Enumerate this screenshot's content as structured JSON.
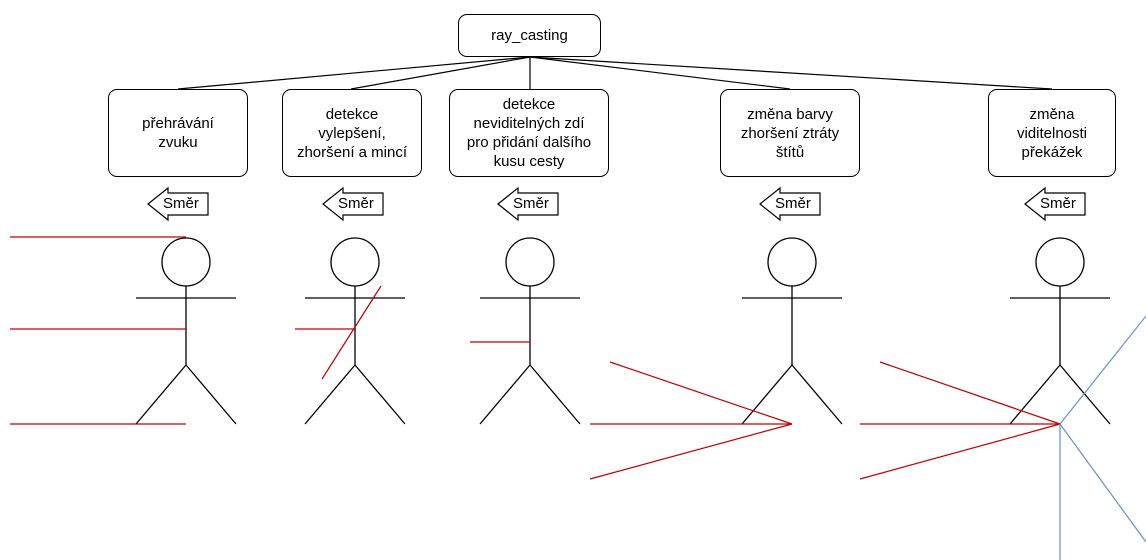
{
  "root": {
    "label": "ray_casting"
  },
  "children": [
    {
      "label": "přehrávání\nzvuku",
      "arrow_label": "Směr"
    },
    {
      "label": "detekce\nvylepšení,\nzhoršení a mincí",
      "arrow_label": "Směr"
    },
    {
      "label": "detekce\nneviditelných zdí\npro přidání dalšího\nkusu cesty",
      "arrow_label": "Směr"
    },
    {
      "label": "změna barvy\nzhoršení ztráty\nštítů",
      "arrow_label": "Směr"
    },
    {
      "label": "změna\nviditelnosti\npřekážek",
      "arrow_label": "Směr"
    }
  ],
  "colors": {
    "line": "#000000",
    "ray": "#c00000",
    "blue": "#6f97c9"
  }
}
